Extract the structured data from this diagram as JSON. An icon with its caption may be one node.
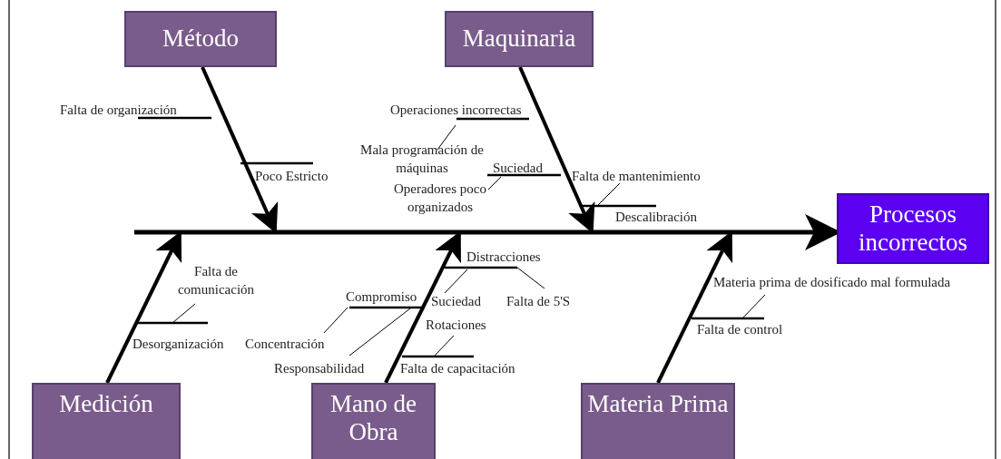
{
  "diagram": {
    "nodes": [
      {
        "text": [
          "Método"
        ]
      },
      {
        "text": [
          "Maquinaria"
        ]
      },
      {
        "text": [
          "Procesos incorrectos"
        ]
      },
      {
        "text": [
          "Medición"
        ]
      },
      {
        "text": [
          "Mano de Obra"
        ]
      },
      {
        "text": [
          "Materia Prima"
        ]
      }
    ],
    "edges": [
      {
        "from": 0,
        "to": null,
        "arrow": "to"
      },
      {
        "from": 1,
        "to": null,
        "arrow": "to"
      },
      {
        "from": null,
        "to": 2,
        "arrow": "to"
      },
      {
        "from": 3,
        "to": null,
        "arrow": "to"
      },
      {
        "from": 4,
        "to": null,
        "arrow": "to"
      },
      {
        "from": 5,
        "to": null,
        "arrow": "to"
      }
    ],
    "labels": [
      "Falta de organización",
      "Operaciones incorrectas",
      "Mala programación de máquinas",
      "Poco Estricto",
      "Suciedad",
      "Falta de mantenimiento",
      "Operadores poco organizados",
      "Descalibración",
      "Distracciones",
      "Falta de comunicación",
      "Materia prima de dosificado mal formulada",
      "Compromiso",
      "Suciedad",
      "Falta de 5'S",
      "Rotaciones",
      "Falta de control",
      "Desorganización",
      "Concentración",
      "Responsabilidad",
      "Falta de capacitación"
    ]
  }
}
